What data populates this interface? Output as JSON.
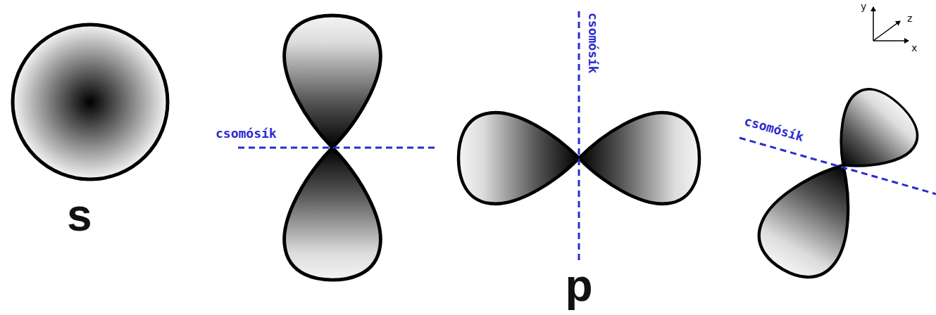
{
  "diagram": {
    "labels": [
      "s",
      "csomósík",
      "csomósík",
      "csomósík",
      "p",
      "y",
      "z",
      "x"
    ]
  }
}
